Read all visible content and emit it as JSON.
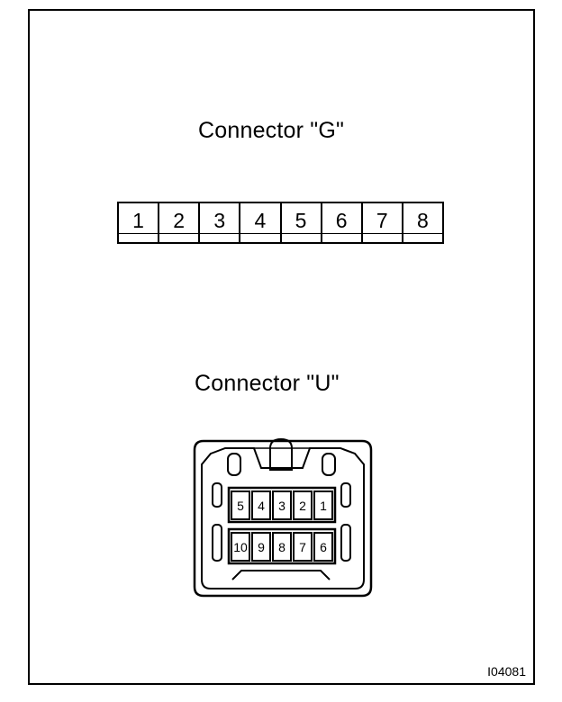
{
  "connector_g": {
    "title": "Connector \"G\"",
    "pins": [
      "1",
      "2",
      "3",
      "4",
      "5",
      "6",
      "7",
      "8"
    ]
  },
  "connector_u": {
    "title": "Connector \"U\"",
    "row1": [
      "5",
      "4",
      "3",
      "2",
      "1"
    ],
    "row2": [
      "10",
      "9",
      "8",
      "7",
      "6"
    ]
  },
  "figure_code": "I04081"
}
